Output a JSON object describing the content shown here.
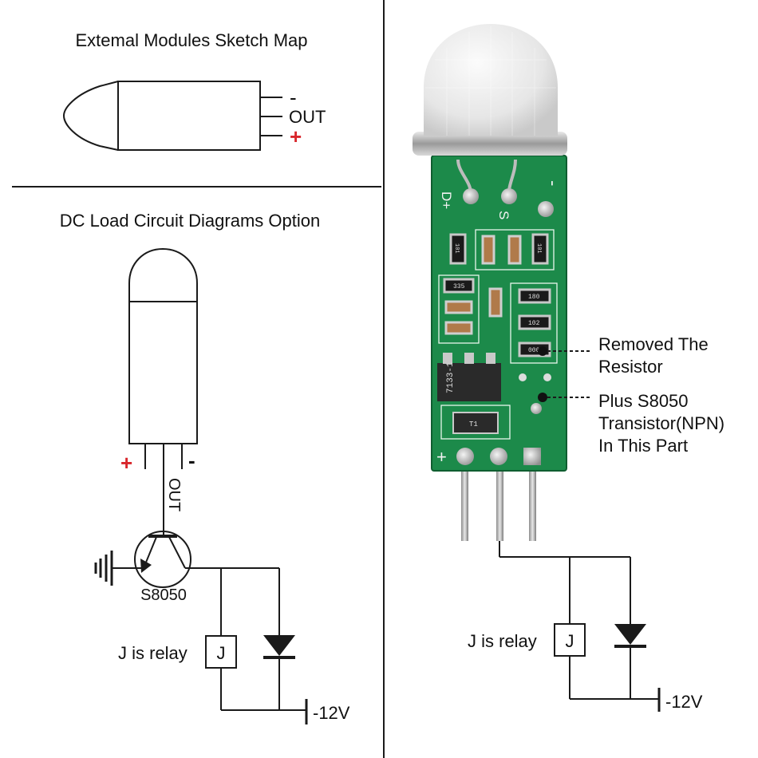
{
  "top_left": {
    "title": "Extemal Modules Sketch Map",
    "pin_minus": "-",
    "pin_out": "OUT",
    "pin_plus": "+"
  },
  "bottom_left": {
    "title": "DC Load Circuit Diagrams Option",
    "pin_plus": "+",
    "pin_minus": "-",
    "out_label": "OUT",
    "transistor_label": "S8050",
    "relay_caption": "J is relay",
    "relay_symbol": "J",
    "voltage_label": "-12V"
  },
  "right": {
    "board_pin_d": "D+",
    "board_pin_s": "S",
    "board_pin_minus": "-",
    "board_pin_plus": "+",
    "chip_codes": [
      "101",
      "101",
      "335",
      "180",
      "102",
      "000",
      "7133-1",
      "T1"
    ],
    "callout_removed": [
      "Removed The",
      "Resistor"
    ],
    "callout_plus": [
      "Plus S8050",
      "Transistor(NPN)",
      "In This Part"
    ],
    "relay_caption": "J is relay",
    "relay_symbol": "J",
    "voltage_label": "-12V"
  },
  "colors": {
    "line": "#1a1a1a",
    "plus_red": "#d8262b",
    "pcb_green": "#1c8a4a",
    "dome": "#ececec"
  }
}
